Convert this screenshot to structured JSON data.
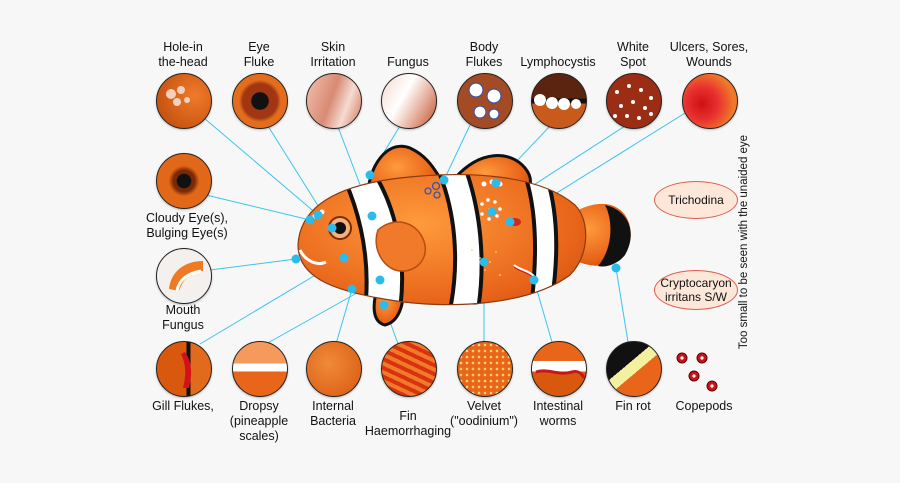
{
  "ailments": [
    {
      "id": "hole-in-the-head",
      "label": "Hole-in\nthe-head"
    },
    {
      "id": "eye-fluke",
      "label": "Eye\nFluke"
    },
    {
      "id": "skin-irritation",
      "label": "Skin\nIrritation"
    },
    {
      "id": "fungus",
      "label": "Fungus"
    },
    {
      "id": "body-flukes",
      "label": "Body\nFlukes"
    },
    {
      "id": "lymphocystis",
      "label": "Lymphocystis"
    },
    {
      "id": "white-spot",
      "label": "White\nSpot"
    },
    {
      "id": "ulcers-sores-wounds",
      "label": "Ulcers, Sores,\nWounds"
    },
    {
      "id": "cloudy-eyes",
      "label": "Cloudy Eye(s),\nBulging Eye(s)"
    },
    {
      "id": "mouth-fungus",
      "label": "Mouth\nFungus"
    },
    {
      "id": "gill-flukes",
      "label": "Gill Flukes,"
    },
    {
      "id": "dropsy",
      "label": "Dropsy\n(pineapple\nscales)"
    },
    {
      "id": "internal-bacteria",
      "label": "Internal\nBacteria"
    },
    {
      "id": "fin-haemorrhaging",
      "label": "Fin\nHaemorrhaging"
    },
    {
      "id": "velvet",
      "label": "Velvet\n(\"oodinium\")"
    },
    {
      "id": "intestinal-worms",
      "label": "Intestinal\nworms"
    },
    {
      "id": "fin-rot",
      "label": "Fin rot"
    },
    {
      "id": "copepods",
      "label": "Copepods"
    }
  ],
  "microscopic": {
    "items": [
      {
        "id": "trichodina",
        "label": "Trichodina"
      },
      {
        "id": "cryptocaryon",
        "label": "Cryptocaryon\nirritans S/W"
      }
    ],
    "note": "Too small to be seen with the unaided eye"
  },
  "colors": {
    "leader_line": "#3cc4ee",
    "marker": "#2bbcec",
    "fish_orange": "#e8651a",
    "fish_white": "#ffffff",
    "fish_black": "#111111",
    "oval_border": "#e05a4a",
    "oval_fill": "#fde7d9"
  }
}
